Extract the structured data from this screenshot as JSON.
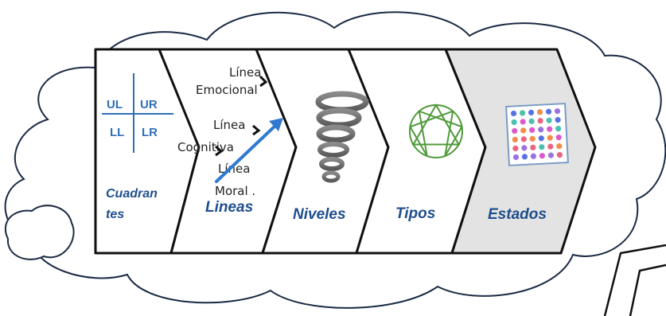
{
  "stages": [
    {
      "label_line1": "Cuadran",
      "label_line2": "tes"
    },
    {
      "label": "Lineas"
    },
    {
      "label": "Niveles"
    },
    {
      "label": "Tipos"
    },
    {
      "label": "Estados"
    }
  ],
  "quadrants": {
    "ul": "UL",
    "ur": "UR",
    "ll": "LL",
    "lr": "LR"
  },
  "lines_panel": {
    "linea_top": "Línea",
    "emocional": "Emocional",
    "linea_mid": "Línea",
    "cognitiva": "Cognitiva",
    "linea_bottom": "Línea",
    "moral": "Moral ."
  },
  "colors": {
    "label_blue": "#1f4e8c",
    "quadrant_blue": "#2f6fb8",
    "arrow_blue": "#2f7ad0",
    "enneagram_green": "#4f9a3a",
    "shaded_chevron": "#e3e3e3",
    "outline": "#111111"
  },
  "icons": [
    "quadrant-cross-icon",
    "diagonal-arrow-icon",
    "tornado-spiral-icon",
    "enneagram-icon",
    "color-dot-grid-icon"
  ]
}
